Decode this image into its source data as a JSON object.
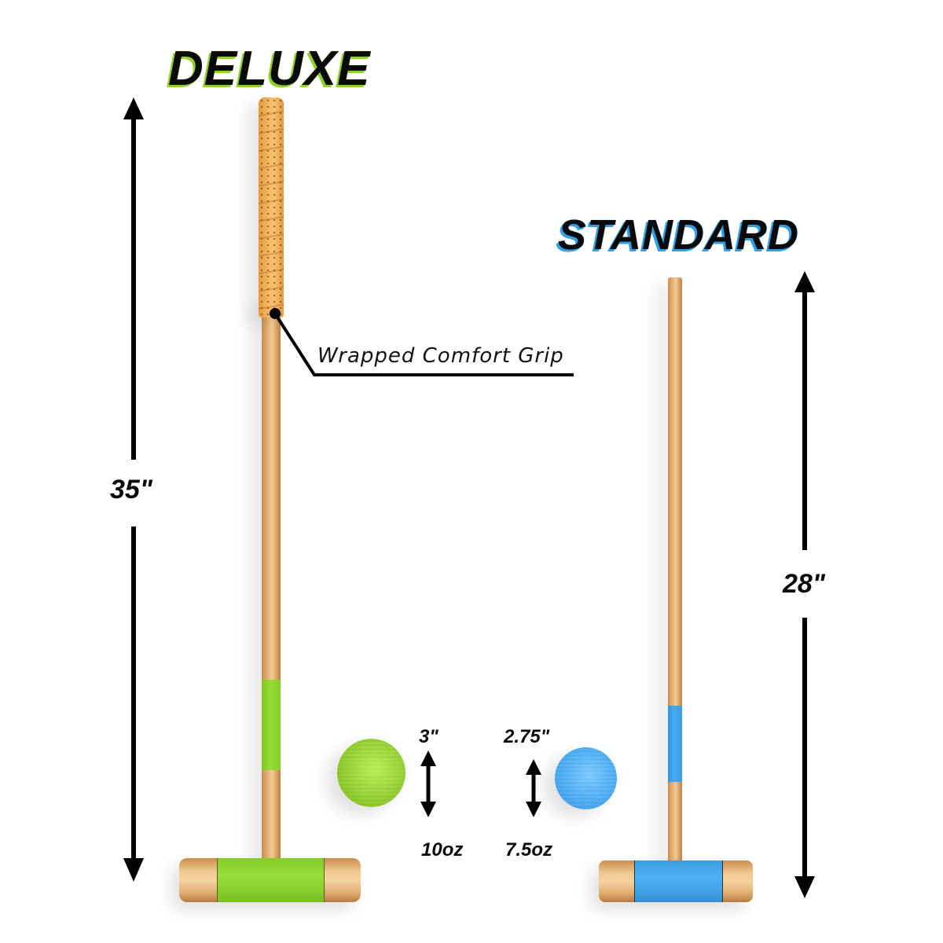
{
  "deluxe": {
    "title": "DELUXE",
    "height_label": "35\"",
    "callout": "Wrapped Comfort Grip",
    "ball_diameter": "3\"",
    "ball_weight": "10oz",
    "accent_color": "#8fd12a",
    "grip_color": "#f0a84a"
  },
  "standard": {
    "title": "STANDARD",
    "height_label": "28\"",
    "ball_diameter": "2.75\"",
    "ball_weight": "7.5oz",
    "accent_color": "#3aa3e8"
  }
}
